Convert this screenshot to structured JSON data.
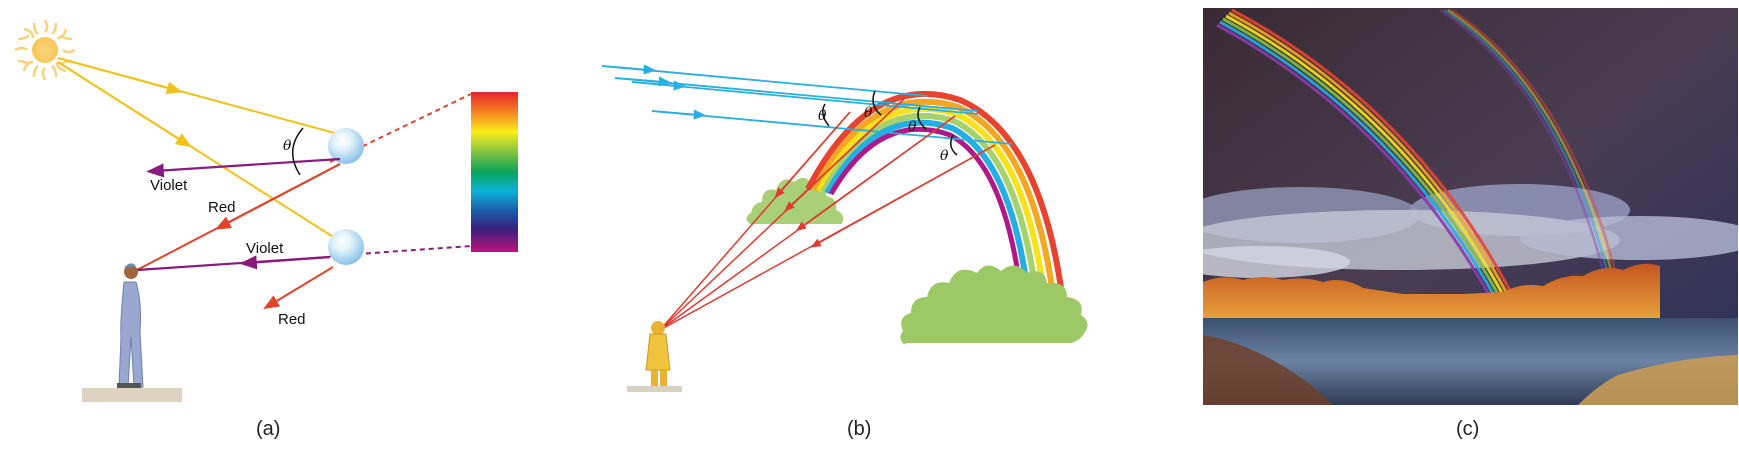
{
  "figure": {
    "panels": [
      {
        "id": "a",
        "caption": "(a)",
        "labels": {
          "angle": "θ",
          "violet_top": "Violet",
          "red_top": "Red",
          "violet_bottom": "Violet",
          "red_bottom": "Red"
        },
        "colors": {
          "sunlight": "#f2c21b",
          "violet": "#8b1a7e",
          "red": "#e0452b",
          "droplet": "#a9d8f2"
        },
        "spectrum_stops": [
          "#e4232f",
          "#f57f20",
          "#f9ee1b",
          "#7fc242",
          "#0aa55a",
          "#0bb2d8",
          "#1b5ea8",
          "#3a1f7a",
          "#c0127e"
        ]
      },
      {
        "id": "b",
        "caption": "(b)",
        "labels": {
          "angles": [
            "θ",
            "θ",
            "θ",
            "θ"
          ]
        },
        "colors": {
          "incoming": "#27aee3",
          "outgoing": "#e03a30",
          "bush": "#9cc865"
        },
        "rainbow_bands": [
          "#e8432f",
          "#f5a623",
          "#f7e21b",
          "#a7d16c",
          "#24aee3",
          "#b0178a"
        ]
      },
      {
        "id": "c",
        "caption": "(c)",
        "photo_description": "Double rainbow over a lake with autumn trees"
      }
    ]
  }
}
